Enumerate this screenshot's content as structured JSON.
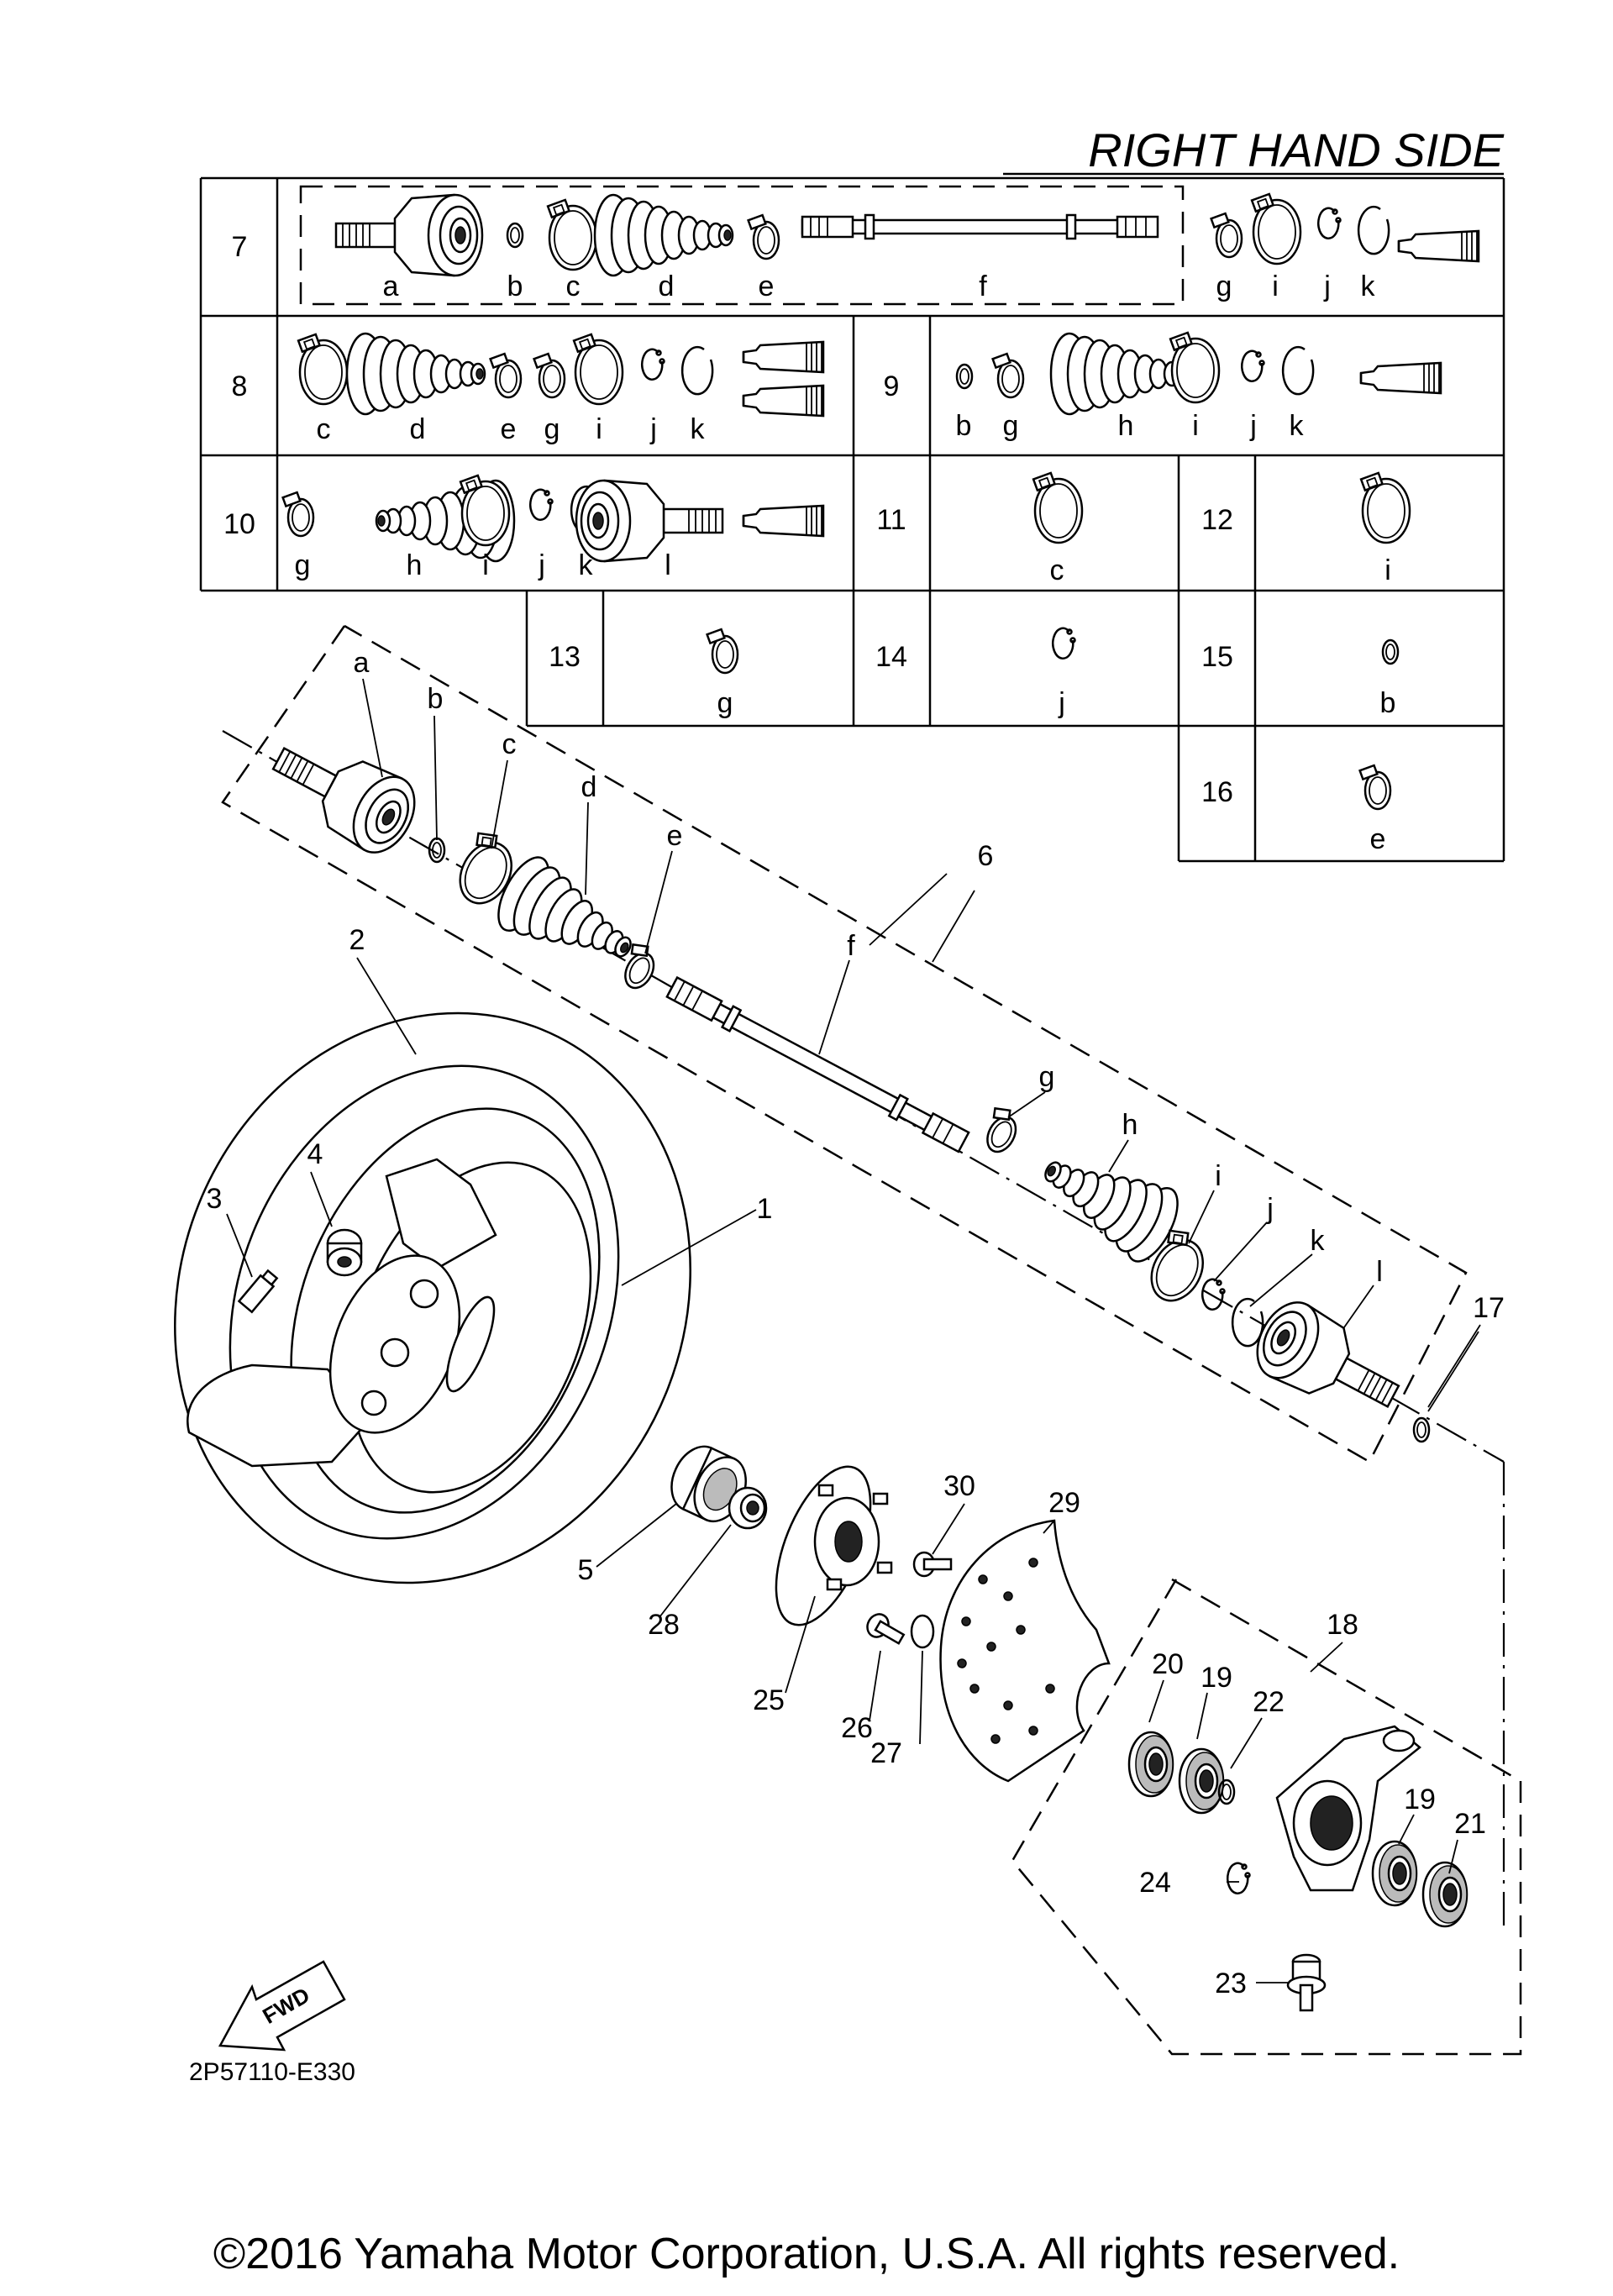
{
  "header": {
    "side_label": "RIGHT HAND SIDE"
  },
  "kit_table": {
    "rows": [
      {
        "ref": "7",
        "letters": [
          "a",
          "b",
          "c",
          "d",
          "e",
          "f",
          "g",
          "i",
          "j",
          "k"
        ]
      },
      {
        "ref": "8",
        "letters": [
          "c",
          "d",
          "e",
          "g",
          "i",
          "j",
          "k"
        ]
      },
      {
        "ref": "9",
        "letters": [
          "b",
          "g",
          "h",
          "i",
          "j",
          "k"
        ]
      },
      {
        "ref": "10",
        "letters": [
          "g",
          "h",
          "i",
          "j",
          "k",
          "l"
        ]
      },
      {
        "ref": "11",
        "letters": [
          "c"
        ]
      },
      {
        "ref": "12",
        "letters": [
          "i"
        ]
      },
      {
        "ref": "13",
        "letters": [
          "g"
        ]
      },
      {
        "ref": "14",
        "letters": [
          "j"
        ]
      },
      {
        "ref": "15",
        "letters": [
          "b"
        ]
      },
      {
        "ref": "16",
        "letters": [
          "e"
        ]
      }
    ]
  },
  "exploded_view": {
    "shaft_letters": [
      "a",
      "b",
      "c",
      "d",
      "e",
      "f",
      "g",
      "h",
      "i",
      "j",
      "k",
      "l"
    ],
    "callouts": [
      "1",
      "2",
      "3",
      "4",
      "5",
      "6",
      "17",
      "18",
      "19",
      "19",
      "20",
      "21",
      "22",
      "23",
      "24",
      "25",
      "26",
      "27",
      "28",
      "29",
      "30"
    ],
    "fwd_badge": "FWD"
  },
  "footer": {
    "diagram_code": "2P57110-E330",
    "copyright": "©2016 Yamaha Motor Corporation, U.S.A. All rights reserved."
  }
}
